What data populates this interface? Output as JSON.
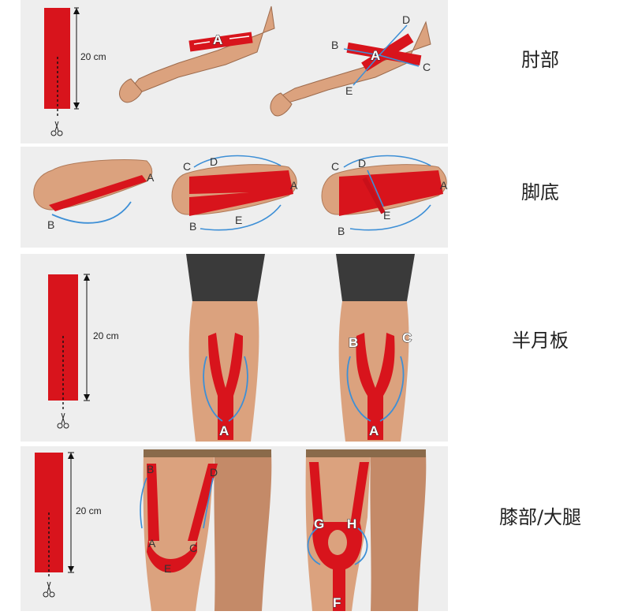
{
  "sections": [
    {
      "id": "elbow",
      "title": "肘部",
      "length_label": "20 cm",
      "points_1": [
        "A"
      ],
      "points_2": [
        "A",
        "B",
        "C",
        "D",
        "E"
      ]
    },
    {
      "id": "sole",
      "title": "脚底",
      "points_1": [
        "A",
        "B"
      ],
      "points_2": [
        "A",
        "B",
        "C",
        "D",
        "E"
      ],
      "points_3": [
        "A",
        "B",
        "C",
        "D",
        "E"
      ]
    },
    {
      "id": "meniscus",
      "title": "半月板",
      "length_label": "20 cm",
      "points_1": [
        "A"
      ],
      "points_2": [
        "A",
        "B",
        "C"
      ]
    },
    {
      "id": "knee_thigh",
      "title": "膝部/大腿",
      "length_label": "20 cm",
      "points_1": [
        "A",
        "B",
        "C",
        "D",
        "E"
      ],
      "points_2": [
        "F",
        "G",
        "H"
      ]
    }
  ],
  "colors": {
    "tape": "#d8141c",
    "arrow": "#3d8fd6",
    "skin": "#dba27e",
    "skin_dark": "#c07f5a",
    "shorts": "#3a3a3a",
    "panel": "#eeeeee"
  }
}
